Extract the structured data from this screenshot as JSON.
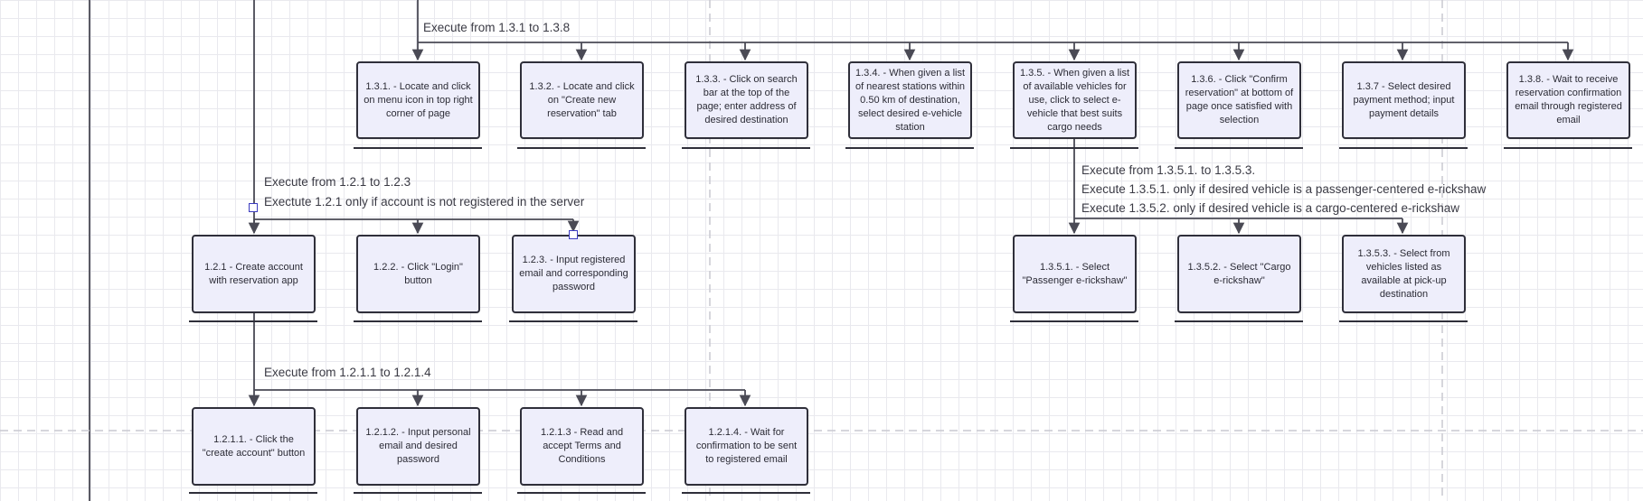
{
  "nodes": {
    "n131": "1.3.1. - Locate and click on menu icon in top right corner of page",
    "n132": "1.3.2. - Locate and click on \"Create new reservation\" tab",
    "n133": "1.3.3. - Click on search bar at the top of the page; enter address of desired destination",
    "n134": "1.3.4. - When given a list of nearest stations within 0.50 km of destination, select desired e-vehicle station",
    "n135": "1.3.5. - When given a list of available vehicles for use, click to select e-vehicle that best suits cargo needs",
    "n136": "1.3.6. - Click \"Confirm reservation\" at bottom of page once satisfied with selection",
    "n137": "1.3.7 - Select desired payment method; input payment details",
    "n138": "1.3.8. - Wait to receive reservation confirmation email through registered email",
    "n121": "1.2.1 - Create account with reservation app",
    "n122": "1.2.2. - Click \"Login\" button",
    "n123": "1.2.3. - Input registered email and corresponding password",
    "n1351": "1.3.5.1. - Select \"Passenger e-rickshaw\"",
    "n1352": "1.3.5.2. - Select \"Cargo e-rickshaw\"",
    "n1353": "1.3.5.3. - Select from vehicles listed as available at pick-up destination",
    "n1211": "1.2.1.1. - Click the \"create account\" button",
    "n1212": "1.2.1.2. - Input personal email and desired password",
    "n1213": "1.2.1.3 - Read and accept Terms and Conditions",
    "n1214": "1.2.1.4. - Wait for confirmation to be sent to registered email"
  },
  "notes": {
    "exec_131_138": "Execute from 1.3.1 to 1.3.8",
    "exec_121_123": "Execute from 1.2.1 to 1.2.3",
    "exectute_121_cond": "Exectute 1.2.1 only if account is not registered in the server",
    "exec_1351_1353": "Execute from 1.3.5.1. to 1.3.5.3.",
    "exec_1351_cond": "Execute 1.3.5.1. only if desired vehicle is a passenger-centered e-rickshaw",
    "exec_1352_cond": "Execute 1.3.5.2. only if desired vehicle is a cargo-centered e-rickshaw",
    "exec_1211_1214": "Execute from 1.2.1.1 to 1.2.1.4"
  },
  "colors": {
    "node_fill": "#eeeefb",
    "node_border": "#2f2f3a",
    "connector": "#4a4a55",
    "selection_handle": "#3b3bc0",
    "grid_line": "#e9e9ee"
  }
}
